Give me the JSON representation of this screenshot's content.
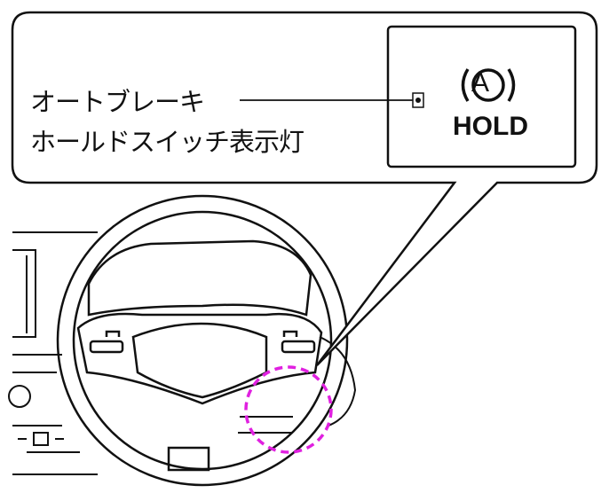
{
  "callout": {
    "label_line1": "オートブレーキ",
    "label_line2": "ホールドスイッチ表示灯"
  },
  "indicator": {
    "symbol": "A",
    "text": "HOLD",
    "icon": "auto-brake-hold-icon"
  },
  "highlight_color": "#e020e0"
}
